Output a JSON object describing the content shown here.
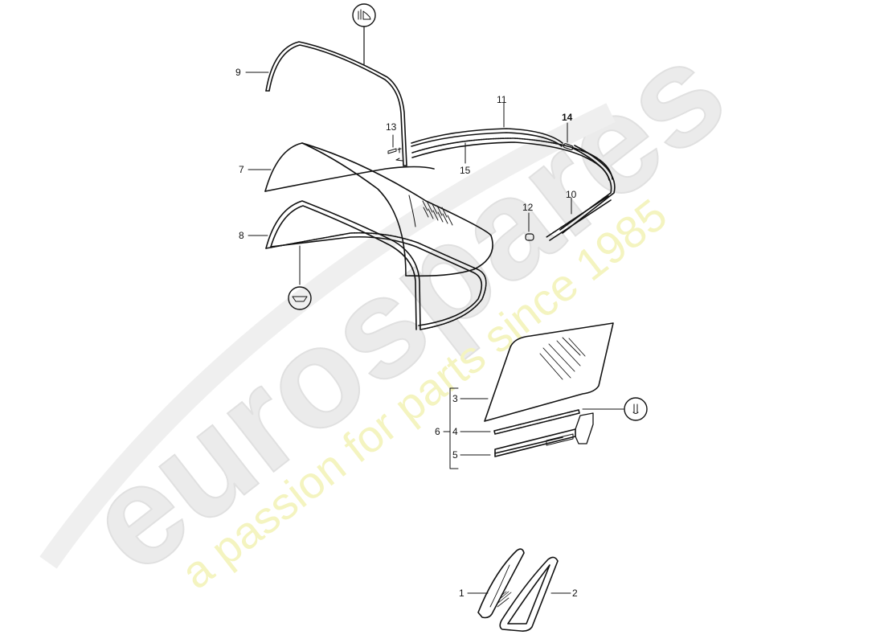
{
  "watermark": {
    "brand": "eurospares",
    "tagline": "a passion for parts since 1985",
    "brand_color": "#e9e9e9",
    "tagline_color": "#f3f3b8"
  },
  "diagram": {
    "line_color": "#111111",
    "callouts": [
      {
        "id": "1",
        "label": "1"
      },
      {
        "id": "2",
        "label": "2"
      },
      {
        "id": "3",
        "label": "3"
      },
      {
        "id": "4",
        "label": "4"
      },
      {
        "id": "5",
        "label": "5"
      },
      {
        "id": "6",
        "label": "6"
      },
      {
        "id": "7",
        "label": "7"
      },
      {
        "id": "8",
        "label": "8"
      },
      {
        "id": "9",
        "label": "9"
      },
      {
        "id": "10",
        "label": "10"
      },
      {
        "id": "11",
        "label": "11"
      },
      {
        "id": "12",
        "label": "12"
      },
      {
        "id": "13",
        "label": "13"
      },
      {
        "id": "14",
        "label": "14"
      },
      {
        "id": "15",
        "label": "15"
      }
    ],
    "symbols": [
      {
        "name": "seal-profile-symbol",
        "target": "9"
      },
      {
        "name": "seal-section-symbol",
        "target": "8"
      },
      {
        "name": "fastener-symbol",
        "target": "4"
      }
    ]
  }
}
